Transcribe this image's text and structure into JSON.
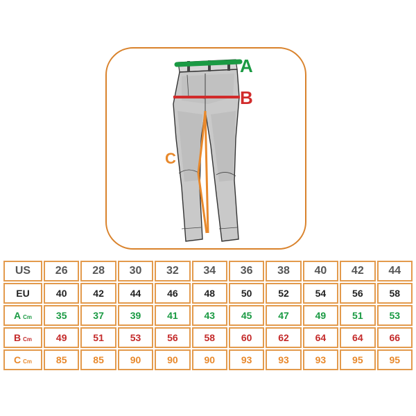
{
  "illustration": {
    "label_a": "A",
    "label_b": "B",
    "label_c": "C",
    "frame_color": "#d9822b",
    "colors": {
      "a": "#1a9a43",
      "b": "#d12b2b",
      "c": "#e8892c"
    }
  },
  "table": {
    "unit_suffix": "Cm",
    "rows": [
      {
        "label": "US",
        "values": [
          "26",
          "28",
          "30",
          "32",
          "34",
          "36",
          "38",
          "40",
          "42",
          "44"
        ]
      },
      {
        "label": "EU",
        "values": [
          "40",
          "42",
          "44",
          "46",
          "48",
          "50",
          "52",
          "54",
          "56",
          "58"
        ]
      },
      {
        "label": "A",
        "values": [
          "35",
          "37",
          "39",
          "41",
          "43",
          "45",
          "47",
          "49",
          "51",
          "53"
        ]
      },
      {
        "label": "B",
        "values": [
          "49",
          "51",
          "53",
          "56",
          "58",
          "60",
          "62",
          "64",
          "64",
          "66"
        ]
      },
      {
        "label": "C",
        "values": [
          "85",
          "85",
          "90",
          "90",
          "90",
          "93",
          "93",
          "93",
          "95",
          "95"
        ]
      }
    ]
  }
}
